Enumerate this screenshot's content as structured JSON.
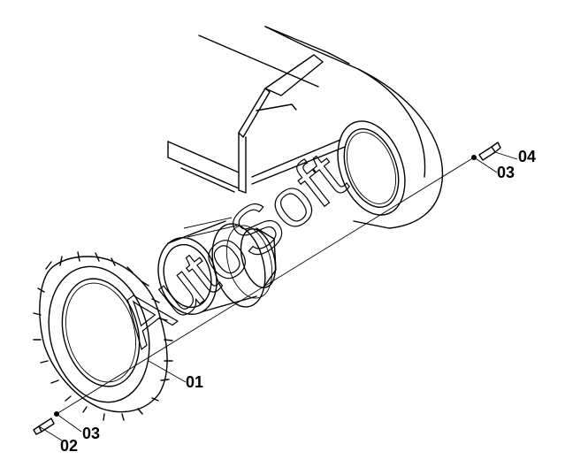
{
  "parts": [
    {
      "id": "drive-motor",
      "label": "01"
    },
    {
      "id": "bolt-left",
      "label": "02"
    },
    {
      "id": "washer-left",
      "label": "03"
    },
    {
      "id": "washer-right",
      "label": "03"
    },
    {
      "id": "bolt-right",
      "label": "04"
    }
  ],
  "watermark": "AutoSoft"
}
